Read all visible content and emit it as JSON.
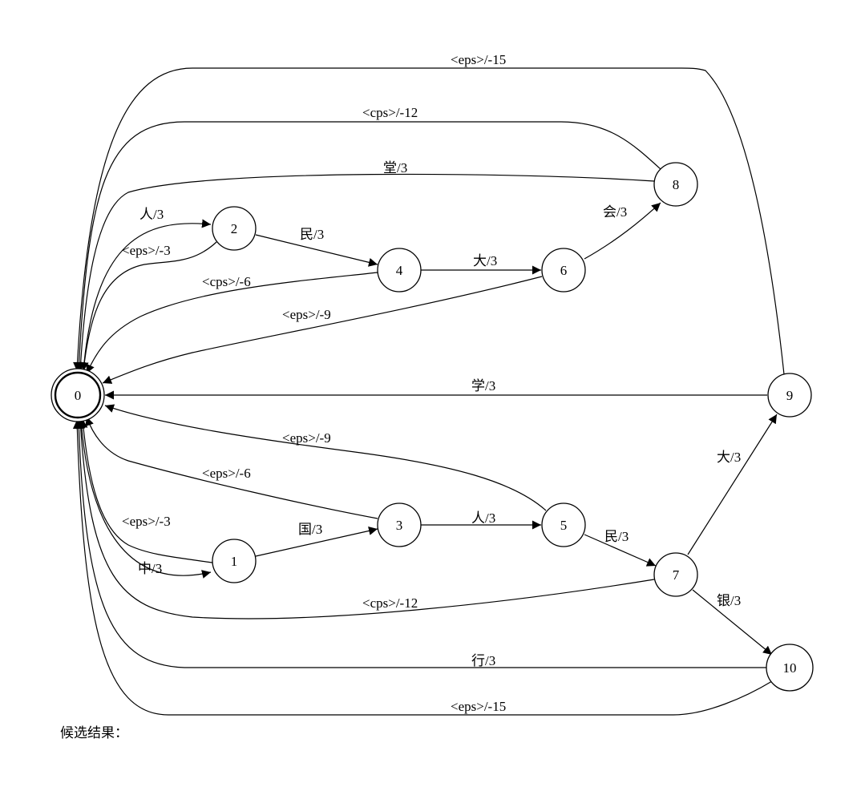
{
  "caption": "候选结果：",
  "nodes": [
    {
      "id": "0",
      "label": "0",
      "final": true
    },
    {
      "id": "1",
      "label": "1"
    },
    {
      "id": "2",
      "label": "2"
    },
    {
      "id": "3",
      "label": "3"
    },
    {
      "id": "4",
      "label": "4"
    },
    {
      "id": "5",
      "label": "5"
    },
    {
      "id": "6",
      "label": "6"
    },
    {
      "id": "7",
      "label": "7"
    },
    {
      "id": "8",
      "label": "8"
    },
    {
      "id": "9",
      "label": "9"
    },
    {
      "id": "10",
      "label": "10"
    }
  ],
  "edges": [
    {
      "from": "0",
      "to": "2",
      "label": "人/3"
    },
    {
      "from": "2",
      "to": "4",
      "label": "民/3"
    },
    {
      "from": "4",
      "to": "6",
      "label": "大/3"
    },
    {
      "from": "6",
      "to": "8",
      "label": "会/3"
    },
    {
      "from": "8",
      "to": "0",
      "label": "堂/3"
    },
    {
      "from": "8",
      "to": "0",
      "label": "<cps>/-12"
    },
    {
      "from": "9",
      "to": "0",
      "label": "<eps>/-15"
    },
    {
      "from": "2",
      "to": "0",
      "label": "<eps>/-3"
    },
    {
      "from": "4",
      "to": "0",
      "label": "<cps>/-6"
    },
    {
      "from": "6",
      "to": "0",
      "label": "<eps>/-9"
    },
    {
      "from": "9",
      "to": "0",
      "label": "学/3"
    },
    {
      "from": "5",
      "to": "0",
      "label": "<eps>/-9"
    },
    {
      "from": "3",
      "to": "0",
      "label": "<eps>/-6"
    },
    {
      "from": "1",
      "to": "0",
      "label": "<eps>/-3"
    },
    {
      "from": "0",
      "to": "1",
      "label": "中/3"
    },
    {
      "from": "1",
      "to": "3",
      "label": "国/3"
    },
    {
      "from": "3",
      "to": "5",
      "label": "人/3"
    },
    {
      "from": "5",
      "to": "7",
      "label": "民/3"
    },
    {
      "from": "7",
      "to": "9",
      "label": "大/3"
    },
    {
      "from": "7",
      "to": "10",
      "label": "银/3"
    },
    {
      "from": "7",
      "to": "0",
      "label": "<cps>/-12"
    },
    {
      "from": "10",
      "to": "0",
      "label": "行/3"
    },
    {
      "from": "10",
      "to": "0",
      "label": "<eps>/-15"
    }
  ]
}
